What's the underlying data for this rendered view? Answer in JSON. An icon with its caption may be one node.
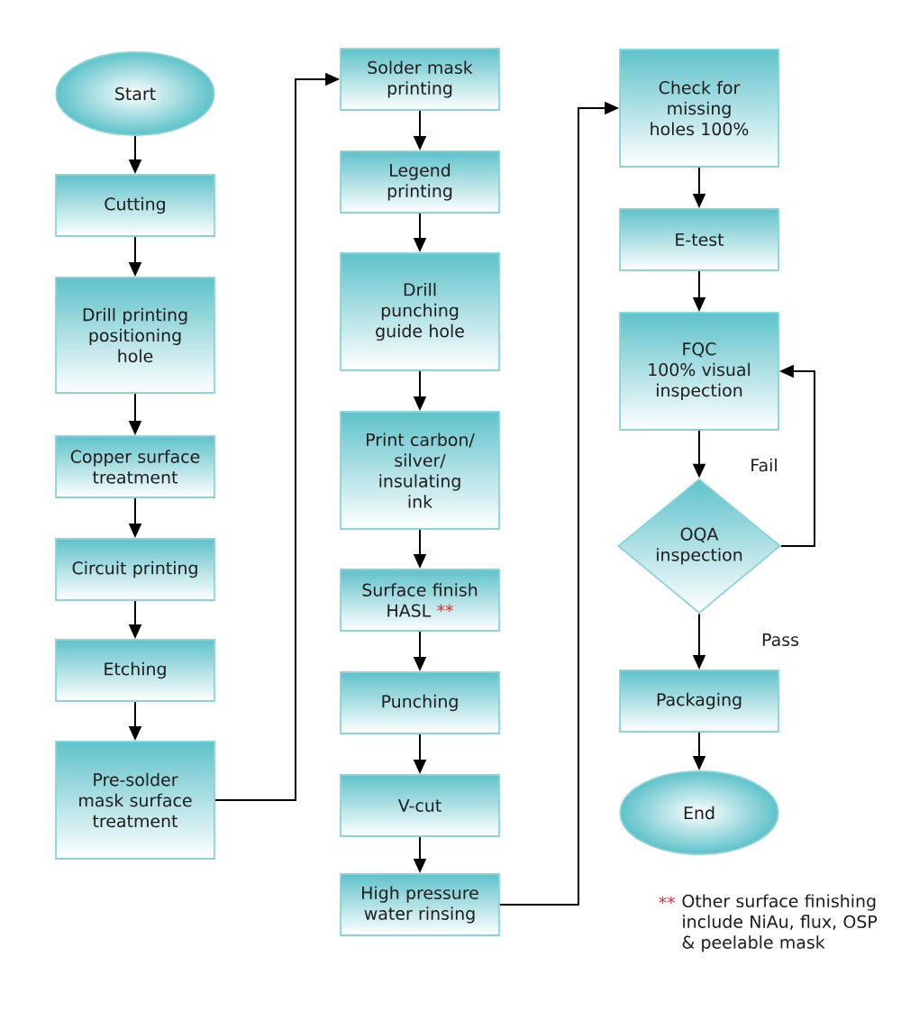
{
  "diagram": {
    "nodes": [
      {
        "text": [
          "Start"
        ]
      },
      {
        "text": [
          "Cutting"
        ]
      },
      {
        "text": [
          "Drill printing positioning hole"
        ]
      },
      {
        "text": [
          "Copper surface treatment"
        ]
      },
      {
        "text": [
          "Circuit printing"
        ]
      },
      {
        "text": [
          "Etching"
        ]
      },
      {
        "text": [
          "Pre-solder mask surface treatment"
        ]
      },
      {
        "text": [
          "Solder mask printing"
        ]
      },
      {
        "text": [
          "Legend printing"
        ]
      },
      {
        "text": [
          "Drill punching guide hole"
        ]
      },
      {
        "text": [
          "Print carbon/ silver/ insulating ink"
        ]
      },
      {
        "text": [
          "Surface finish HASL",
          "**"
        ]
      },
      {
        "text": [
          "Punching"
        ]
      },
      {
        "text": [
          "V-cut"
        ]
      },
      {
        "text": [
          "High pressure water rinsing"
        ]
      },
      {
        "text": [
          "Check for missing holes 100%"
        ]
      },
      {
        "text": [
          "E-test"
        ]
      },
      {
        "text": [
          "FQC",
          "100% visual inspection"
        ]
      },
      {
        "text": [
          "OQA inspection"
        ]
      },
      {
        "text": [
          "Packaging"
        ]
      },
      {
        "text": [
          "End"
        ]
      }
    ],
    "edges": [
      {
        "from": 0,
        "to": 1,
        "arrow": "to"
      },
      {
        "from": 1,
        "to": 2,
        "arrow": "to"
      },
      {
        "from": 2,
        "to": 3,
        "arrow": "to"
      },
      {
        "from": 3,
        "to": 4,
        "arrow": "to"
      },
      {
        "from": 4,
        "to": 5,
        "arrow": "to"
      },
      {
        "from": 5,
        "to": 6,
        "arrow": "to"
      },
      {
        "from": 6,
        "to": 7,
        "arrow": "to"
      },
      {
        "from": 7,
        "to": 8,
        "arrow": "to"
      },
      {
        "from": 8,
        "to": 9,
        "arrow": "to"
      },
      {
        "from": 9,
        "to": 10,
        "arrow": "to"
      },
      {
        "from": 10,
        "to": 11,
        "arrow": "to"
      },
      {
        "from": 11,
        "to": 12,
        "arrow": "to"
      },
      {
        "from": 12,
        "to": 13,
        "arrow": "to"
      },
      {
        "from": 13,
        "to": 14,
        "arrow": "to"
      },
      {
        "from": 14,
        "to": 15,
        "arrow": "to"
      },
      {
        "from": 15,
        "to": 16,
        "arrow": "to"
      },
      {
        "from": 16,
        "to": 17,
        "arrow": "to"
      },
      {
        "from": 17,
        "to": 18,
        "arrow": "to"
      },
      {
        "from": 18,
        "to": 17,
        "arrow": "to",
        "label": "Fail"
      },
      {
        "from": 18,
        "to": 19,
        "arrow": "to",
        "label": "Pass"
      },
      {
        "from": 19,
        "to": 20,
        "arrow": "to"
      }
    ],
    "labels": [
      "**",
      "Other surface finishing include NiAu, flux, OSP & peelable mask"
    ]
  }
}
